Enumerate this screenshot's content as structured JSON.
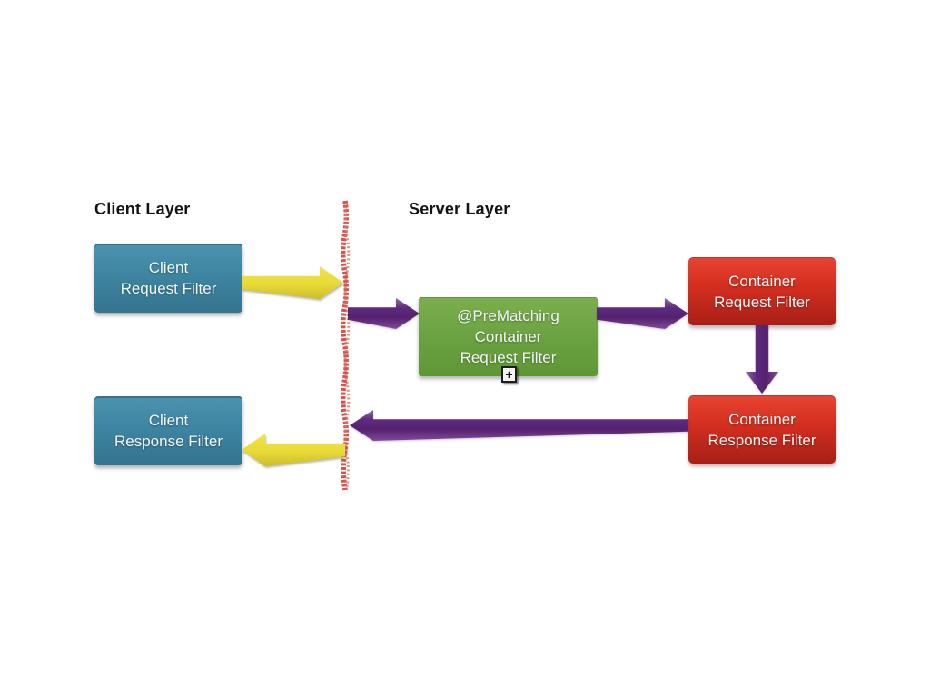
{
  "diagram": {
    "titles": {
      "client_layer": "Client Layer",
      "server_layer": "Server Layer"
    },
    "boxes": {
      "client_request": {
        "label": "Client\nRequest Filter"
      },
      "client_response": {
        "label": "Client\nResponse Filter"
      },
      "prematching_container_request": {
        "label": "@PreMatching\nContainer\nRequest Filter"
      },
      "container_request": {
        "label": "Container\nRequest Filter"
      },
      "container_response": {
        "label": "Container\nResponse Filter"
      }
    },
    "icons": {
      "expand_plus": "+"
    },
    "colors": {
      "client_box_blue": "#3d85a2",
      "prematching_box_green": "#6da443",
      "container_box_red_top": "#e84434",
      "container_box_red_bottom": "#a91f16",
      "client_arrow_yellow": "#e7da37",
      "server_arrow_purple": "#5e2a7d",
      "layer_boundary_red": "#d6544b",
      "title_text": "#141414",
      "box_text": "#f3f7f7"
    }
  }
}
